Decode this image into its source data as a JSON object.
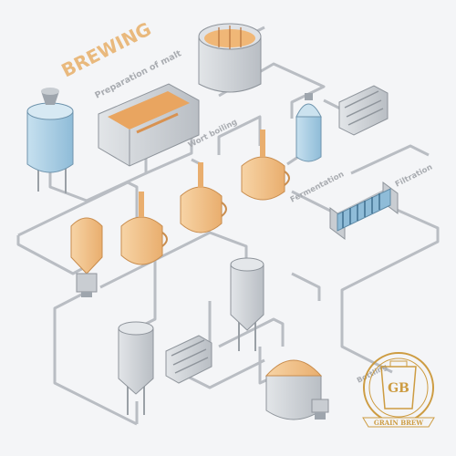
{
  "diagram": {
    "title": "BREWING",
    "stages": {
      "malt": "Preparation of malt",
      "wort": "Wort boiling",
      "fermentation": "Fermentation",
      "filtration": "Filtration",
      "bottling": "Bottling"
    }
  },
  "logo": {
    "initials": "GB",
    "brand": "GRAIN BREW"
  },
  "colors": {
    "background": "#f4f5f7",
    "pipe": "#b9bdc3",
    "steel": "#c9cdd2",
    "copper": "#f3c58e",
    "blue": "#a9cde4",
    "logo": "#c9932f"
  }
}
